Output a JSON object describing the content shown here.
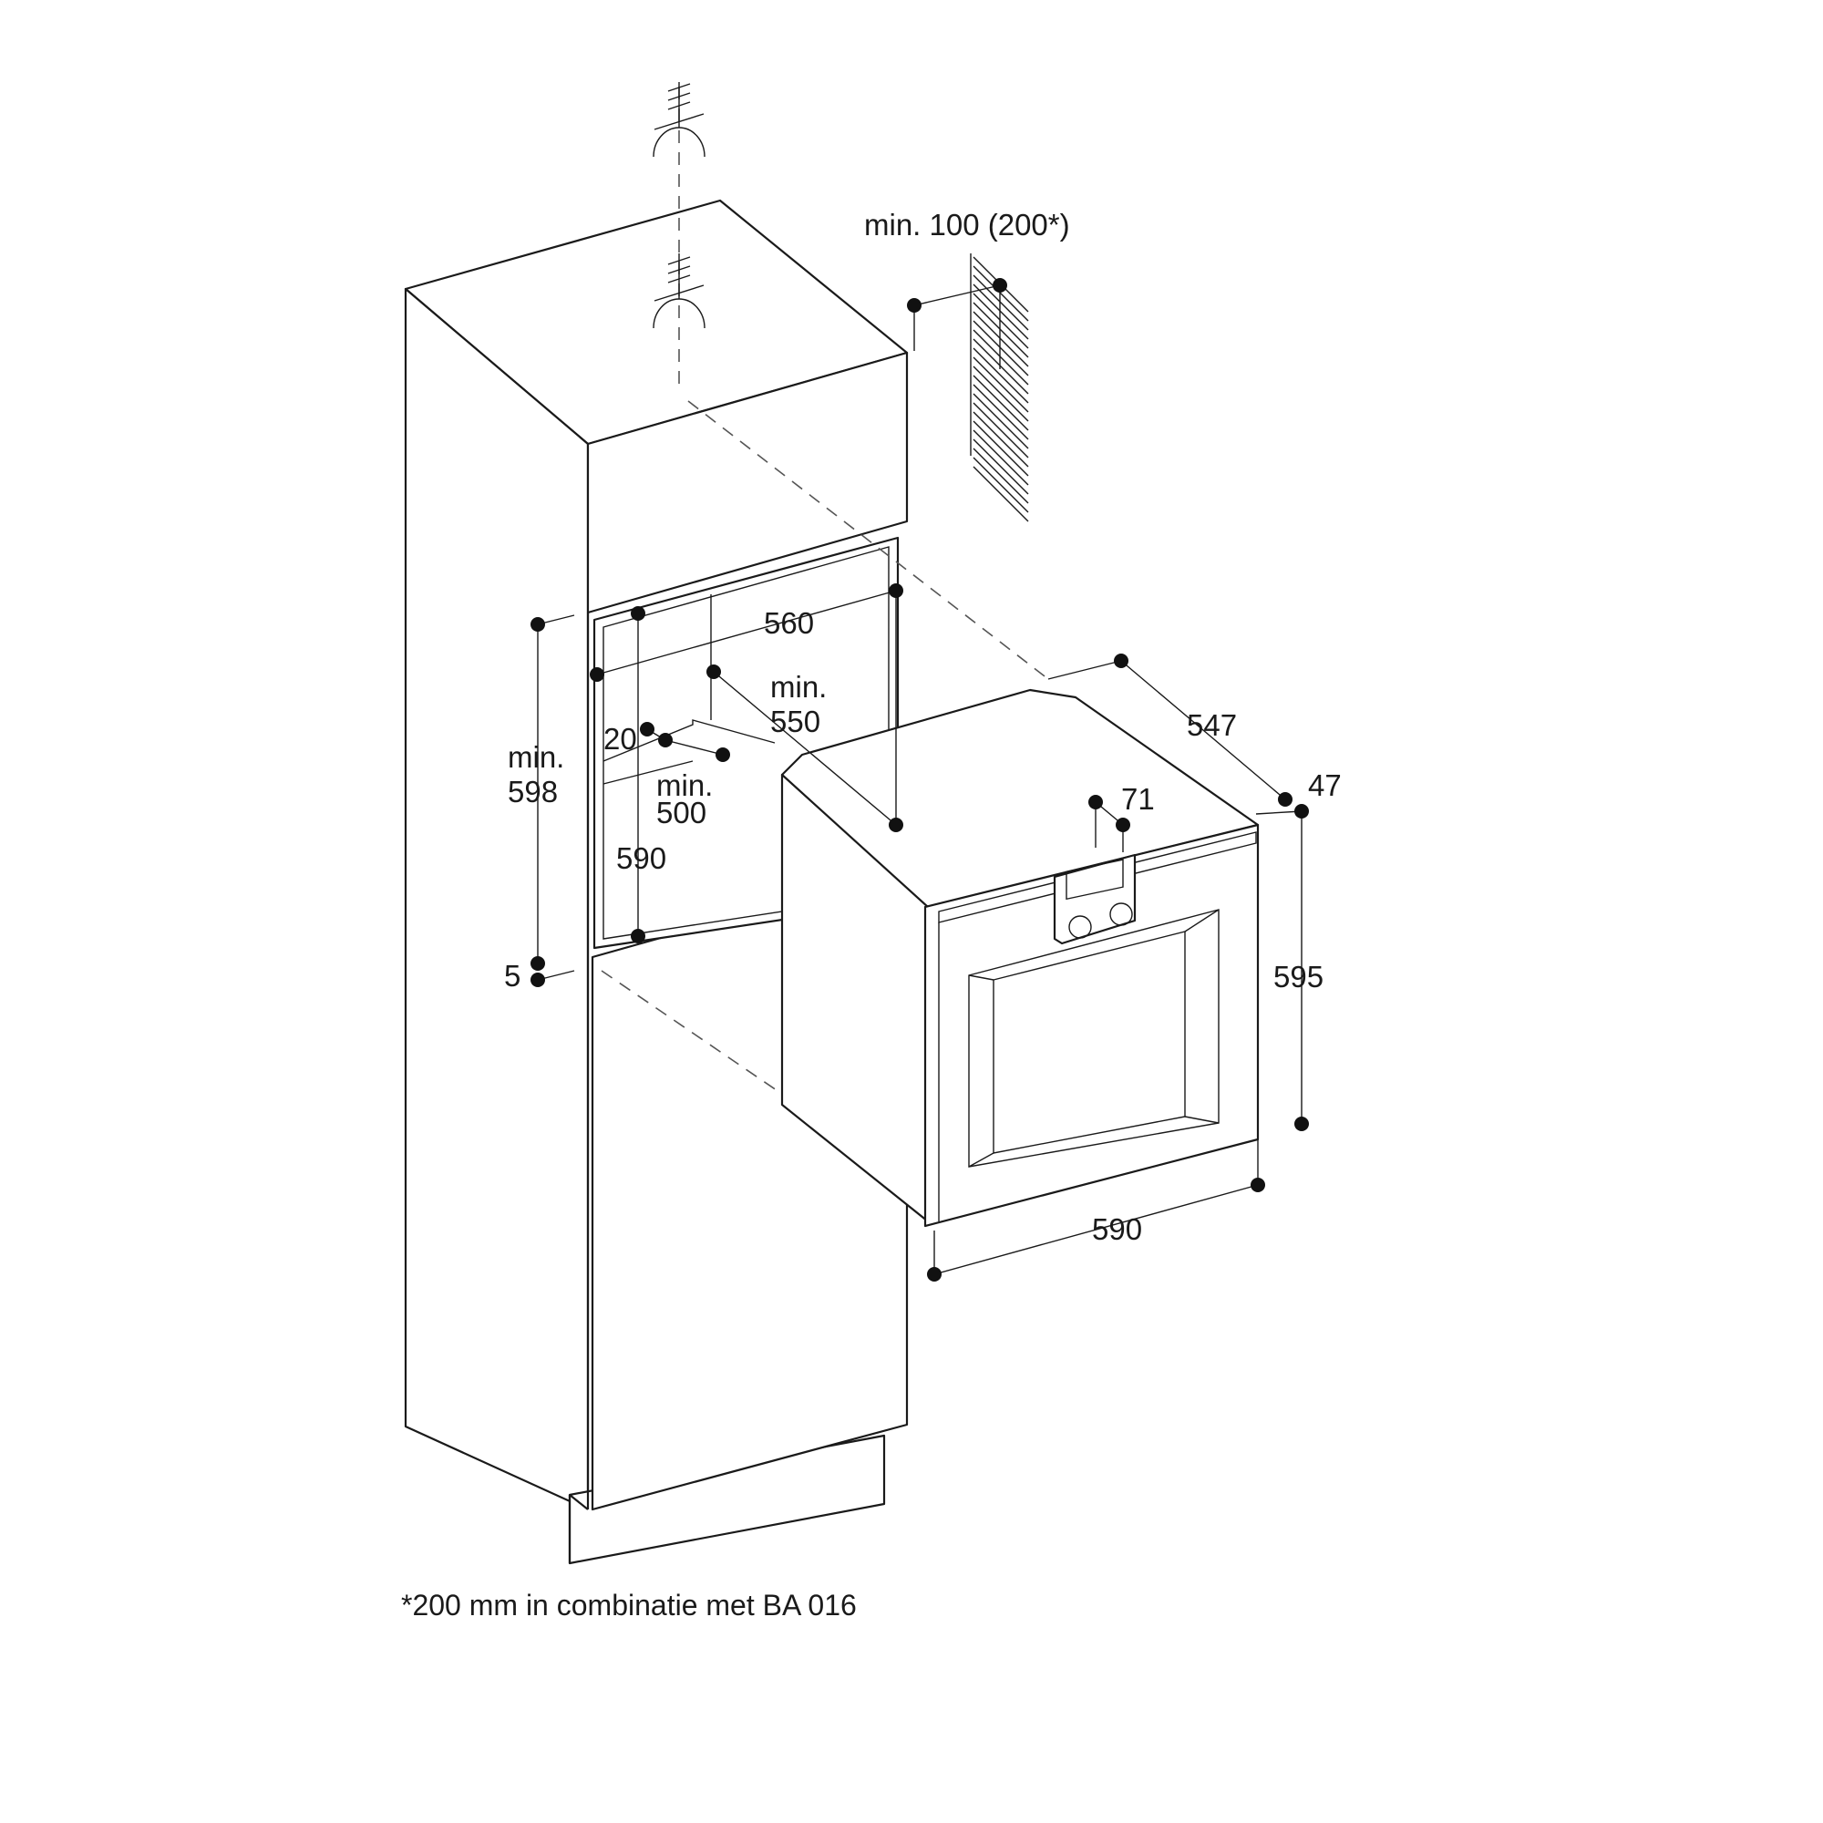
{
  "labels": {
    "wall_clearance": "min. 100 (200*)",
    "niche_width": "560",
    "niche_depth_min": "min.",
    "niche_depth_value": "550",
    "niche_height_min": "min.",
    "niche_height_value": "598",
    "cutout_20": "20",
    "cutout_depth_min": "min.",
    "cutout_depth_value": "500",
    "inner_height": "590",
    "gap_5": "5",
    "oven_depth": "547",
    "door_depth": "47",
    "panel_71": "71",
    "oven_height": "595",
    "oven_width": "590"
  },
  "footnote": "*200 mm in combinatie met BA 016"
}
